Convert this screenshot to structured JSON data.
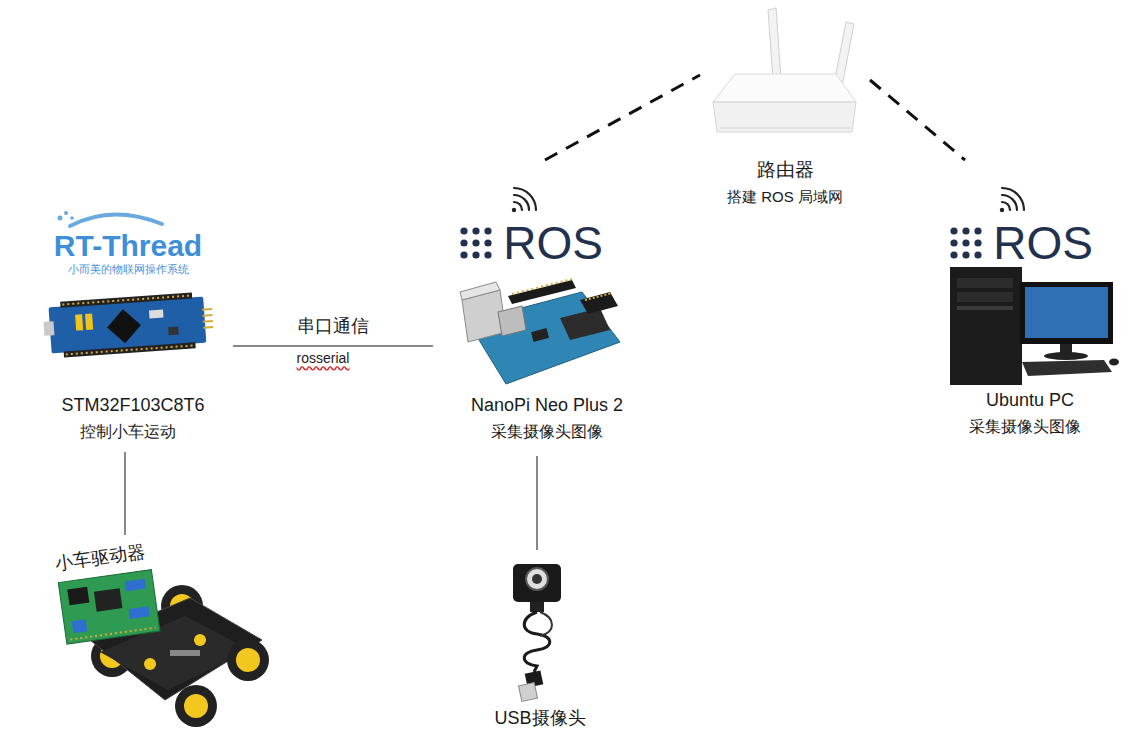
{
  "diagram": {
    "nodes": [
      {
        "text": [
          "路由器",
          "搭建 ROS 局域网"
        ]
      },
      {
        "text": [
          "STM32F103C8T6",
          "控制小车运动"
        ]
      },
      {
        "text": [
          "NanoPi Neo Plus 2",
          "采集摄像头图像"
        ]
      },
      {
        "text": [
          "Ubuntu PC",
          "采集摄像头图像"
        ]
      },
      {
        "text": [
          "USB摄像头"
        ]
      },
      {
        "text": [
          "小车驱动器"
        ]
      }
    ],
    "edges": [
      {
        "from": 2,
        "to": 0,
        "arrow": "none"
      },
      {
        "from": 0,
        "to": 3,
        "arrow": "none"
      },
      {
        "from": 1,
        "to": 2,
        "label": "串口通信",
        "arrow": "none"
      },
      {
        "from": 2,
        "to": 4,
        "arrow": "none"
      },
      {
        "from": 1,
        "to": 5,
        "arrow": "none"
      }
    ],
    "labels": [
      "RT-Thread",
      "小而美的物联网操作系统",
      "ROS",
      "ROS",
      "rosserial"
    ]
  }
}
